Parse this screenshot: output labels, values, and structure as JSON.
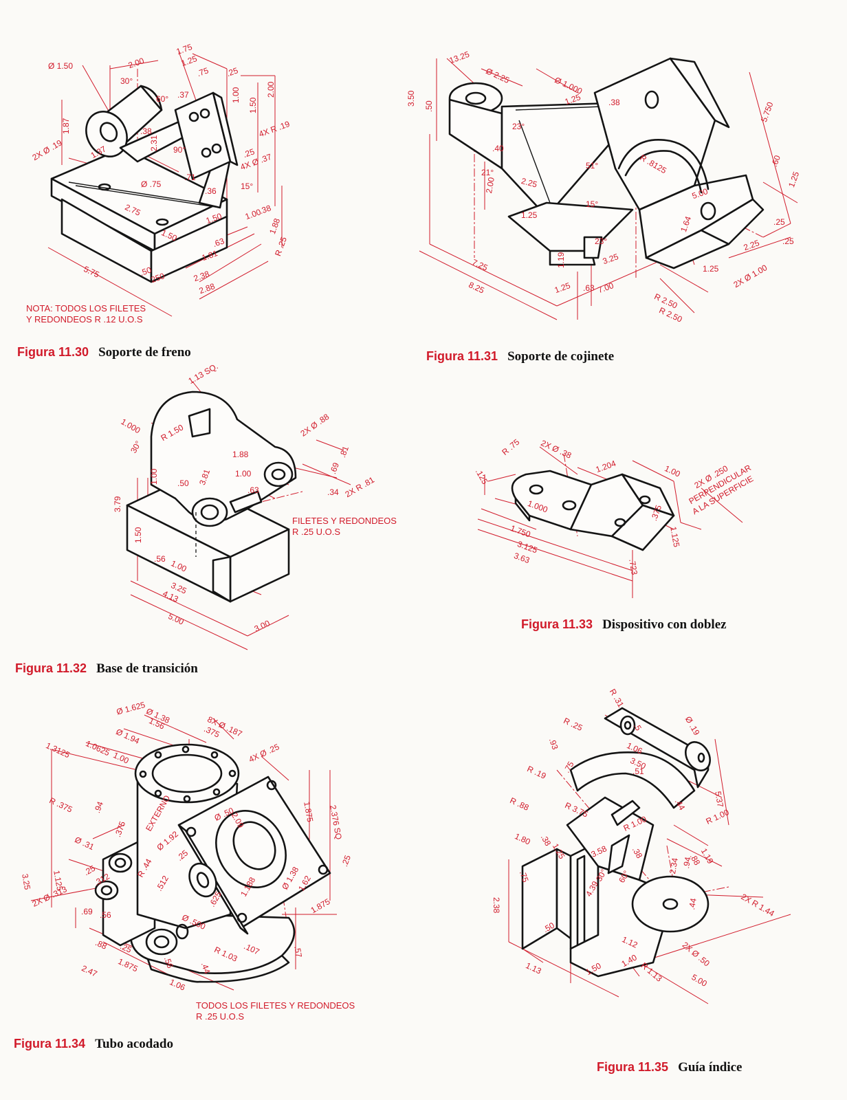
{
  "colors": {
    "accent": "#d11a2a",
    "ink": "#141414",
    "paper": "#fbfaf7"
  },
  "figures": [
    {
      "number": "Figura 11.30",
      "title": "Soporte de freno",
      "notes": [
        "NOTA: TODOS LOS FILETES",
        "Y REDONDEOS R .12 U.O.S"
      ],
      "dims": [
        "Ø 1.50",
        "2.00",
        "30°",
        "1.75",
        "1.25",
        ".75",
        ".25",
        ".37",
        "60°",
        "1.00",
        "1.50",
        "2.00",
        "1.87",
        "2X Ø .19",
        "1.37",
        ".38",
        "2.31",
        "90°",
        "4X R .19",
        ".25",
        "4X Ø .37",
        "Ø .75",
        ".71",
        ".36",
        "15°",
        "2.75",
        "1.50",
        "1.00",
        ".38",
        "1.88",
        ".63",
        "1.50",
        "R .25",
        "1.81",
        "5.75",
        ".50",
        "250",
        "2.38",
        "2.88"
      ]
    },
    {
      "number": "Figura 11.31",
      "title": "Soporte de cojinete",
      "notes": [],
      "dims": [
        "13.25",
        "Ø 2.25",
        "Ø 1.000",
        "3.50",
        ".50",
        "1.25",
        ".38",
        "5.750",
        "23°",
        ".40",
        "R .8125",
        "21°",
        "2.25",
        "51°",
        ".60",
        "2.00",
        "1.25",
        "15°",
        "5.00",
        "1.25",
        "1.64",
        ".25",
        "23°",
        "2.25",
        ".25",
        "1.19",
        "3.25",
        "7.25",
        "1.25",
        "2X Ø 1.00",
        "8.25",
        "1.25",
        ".63",
        "7.00",
        "R 2.50",
        "R 2.50"
      ]
    },
    {
      "number": "Figura 11.32",
      "title": "Base de transición",
      "notes": [
        "FILETES Y REDONDEOS",
        "R .25 U.O.S"
      ],
      "dims": [
        "1.13 SQ.",
        "R 1.50",
        "1.000",
        "2X Ø .88",
        "30°",
        "1.88",
        ".81",
        "1.00",
        ".69",
        ".63",
        ".34",
        "2X R .81",
        "3.79",
        "1.00",
        ".50",
        "3.81",
        "1.50",
        ".56",
        "1.00",
        "3.25",
        "4.13",
        "5.00",
        "3.00"
      ]
    },
    {
      "number": "Figura 11.33",
      "title": "Dispositivo con doblez",
      "notes": [],
      "dims": [
        "R .75",
        "2X Ø .38",
        "1.204",
        "1.00",
        ".125",
        "2X Ø .250",
        "PERPENDICULAR",
        "A LA SUPERFICIE",
        "1.000",
        "1.750",
        ".375",
        "1.125",
        "3.125",
        "3.63",
        ".723"
      ]
    },
    {
      "number": "Figura 11.34",
      "title": "Tubo acodado",
      "notes": [
        "TODOS LOS FILETES Y REDONDEOS",
        "R .25 U.O.S"
      ],
      "dims": [
        "Ø 1.38",
        "Ø 1.625",
        "1.56",
        "8X Ø .187",
        ".375",
        "Ø 1.94",
        "1.0625",
        "1.00",
        "1.3125",
        "4X Ø .25",
        "R .375",
        ".94",
        "Ø .50",
        "2.09",
        "1.875",
        "2.376 SQ",
        "Ø .31",
        ".375",
        "EXTERNO",
        "Ø 1.92",
        ".25",
        "3.25",
        "1.125",
        ".25",
        ".312",
        "R .44",
        ".512",
        ".625",
        "1.188",
        "Ø 1.38",
        "1.62",
        ".25",
        "2X Ø .313",
        ".69",
        ".56",
        "Ø .500",
        "1.875",
        ".88",
        ".25",
        "R 1.03",
        ".107",
        ".57",
        "1.875",
        "2.47",
        ".56",
        ".44",
        "1.06"
      ]
    },
    {
      "number": "Figura 11.35",
      "title": "Guía índice",
      "notes": [],
      "dims": [
        "R .31",
        "R .25",
        ".5",
        "Ø .19",
        ".93",
        "1.06",
        "R .19",
        ".75",
        "3.50",
        ".51",
        ".44",
        "5.37",
        "R .88",
        "R 3.75",
        "R 1.00",
        "R 1.00",
        "1.80",
        ".38",
        "1.25",
        "3.58",
        ".38",
        "1.19",
        ".88",
        "30°",
        "60°",
        "2.34",
        ".94",
        "2.38",
        ".75",
        "4.39",
        "2X R 1.44",
        ".50",
        "1.12",
        ".44",
        "2X Ø .50",
        "1.13",
        "1.50",
        "1.40",
        "R 1.13",
        "5.00"
      ]
    }
  ]
}
